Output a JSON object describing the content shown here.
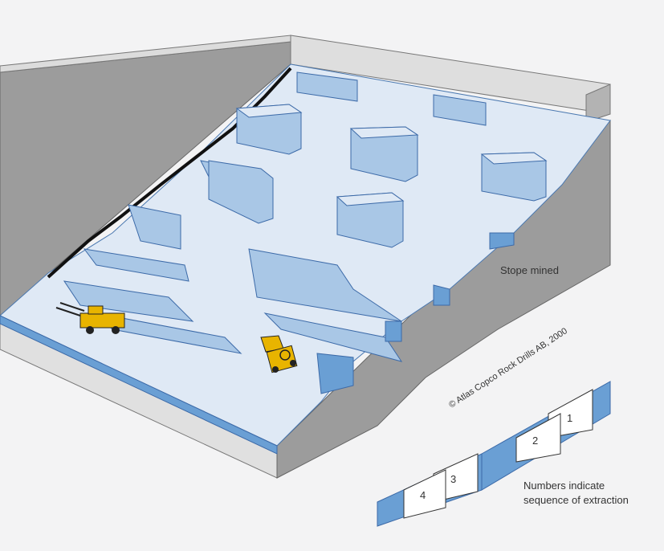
{
  "labels": {
    "stope_mined": "Stope mined",
    "legend_line1": "Numbers indicate",
    "legend_line2": "sequence of extraction",
    "copyright": "© Atlas Copco Rock Drills AB, 2000"
  },
  "sequence": [
    "1",
    "2",
    "3",
    "4"
  ],
  "colors": {
    "background": "#f3f3f4",
    "wall_gray": "#9c9c9c",
    "wall_light": "#d9d9d9",
    "ice_light": "#dfe9f5",
    "ice_mid": "#a9c7e6",
    "ice_dark": "#6a9fd4"
  },
  "icons": {
    "drill_rig": "drill-rig-icon",
    "loader": "loader-icon"
  }
}
